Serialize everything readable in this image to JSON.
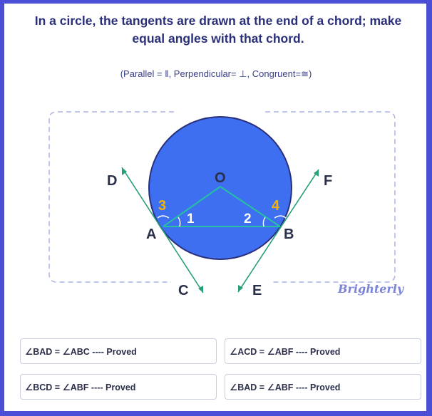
{
  "question": {
    "line1": "In a circle, the tangents are drawn at the end of a chord; make",
    "line2": "equal angles with that chord."
  },
  "symbols_legend": "(Parallel = ‖, Perpendicular= ⊥, Congruent=≅)",
  "diagram": {
    "points": {
      "O": "O",
      "A": "A",
      "B": "B",
      "C": "C",
      "D": "D",
      "E": "E",
      "F": "F"
    },
    "angles": {
      "a1": "1",
      "a2": "2",
      "a3": "3",
      "a4": "4"
    },
    "colors": {
      "circle_fill": "#3d6ff0",
      "circle_stroke": "#2a2f7a",
      "chord": "#27c0a0",
      "tangent": "#27a07a",
      "angle_label_inner": "#ffffff",
      "angle_label_outer": "#f4b400",
      "dashed_frame": "#aab4e6"
    }
  },
  "watermark": "Brighterly",
  "options": [
    {
      "label": "∠BAD = ∠ABC ---- Proved"
    },
    {
      "label": "∠ACD = ∠ABF ---- Proved"
    },
    {
      "label": "∠BCD = ∠ABF ---- Proved"
    },
    {
      "label": "∠BAD = ∠ABF ---- Proved"
    }
  ]
}
